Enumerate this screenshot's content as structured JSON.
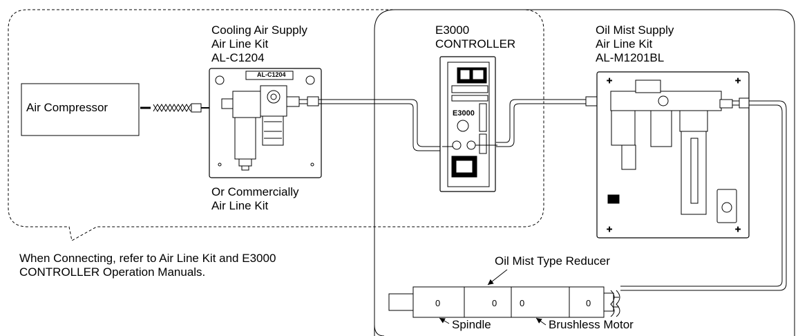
{
  "air_compressor": {
    "label": "Air Compressor"
  },
  "cooling_kit": {
    "title_lines": [
      "Cooling Air Supply",
      "Air Line Kit",
      "AL-C1204"
    ],
    "plate_label": "AL-C1204",
    "alt_lines": [
      "Or Commercially",
      "Air Line Kit"
    ]
  },
  "controller": {
    "title_lines": [
      "E3000",
      "CONTROLLER"
    ],
    "panel_label": "E3000"
  },
  "oil_mist_kit": {
    "title_lines": [
      "Oil Mist Supply",
      "Air Line Kit",
      "AL-M1201BL"
    ]
  },
  "note": {
    "lines": [
      "When Connecting, refer to Air Line Kit and E3000",
      "CONTROLLER Operation Manuals."
    ]
  },
  "spindle_assembly": {
    "reducer_label": "Oil Mist Type Reducer",
    "spindle_label": "Spindle",
    "motor_label": "Brushless Motor"
  },
  "colors": {
    "line": "#000000",
    "background": "#ffffff"
  }
}
